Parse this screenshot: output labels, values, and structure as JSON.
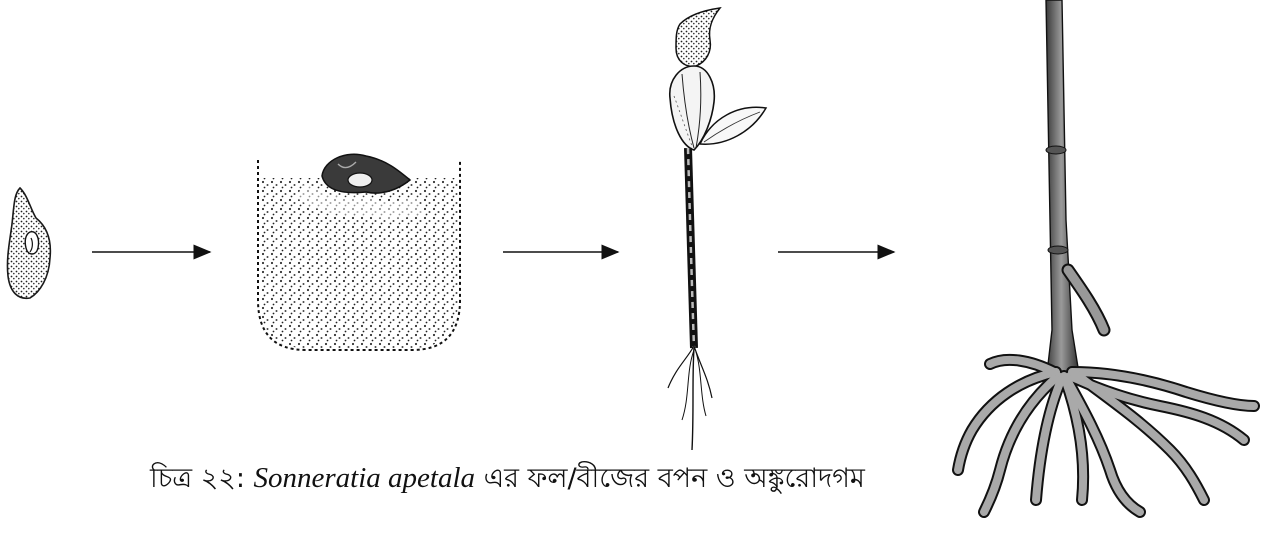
{
  "figure": {
    "caption_prefix": "চিত্র ২২: ",
    "caption_species": "Sonneratia apetala",
    "caption_suffix": " এর ফল/বীজের বপন ও অঙ্কুরোদগম"
  },
  "colors": {
    "ink": "#1a1a1a",
    "soil": "#333333",
    "stem": "#6b6b6b",
    "root": "#9a9a9a"
  },
  "icons": [
    "seed",
    "arrow-right",
    "soil-pot-with-seed",
    "arrow-right",
    "seedling",
    "arrow-right",
    "sapling-with-roots"
  ]
}
